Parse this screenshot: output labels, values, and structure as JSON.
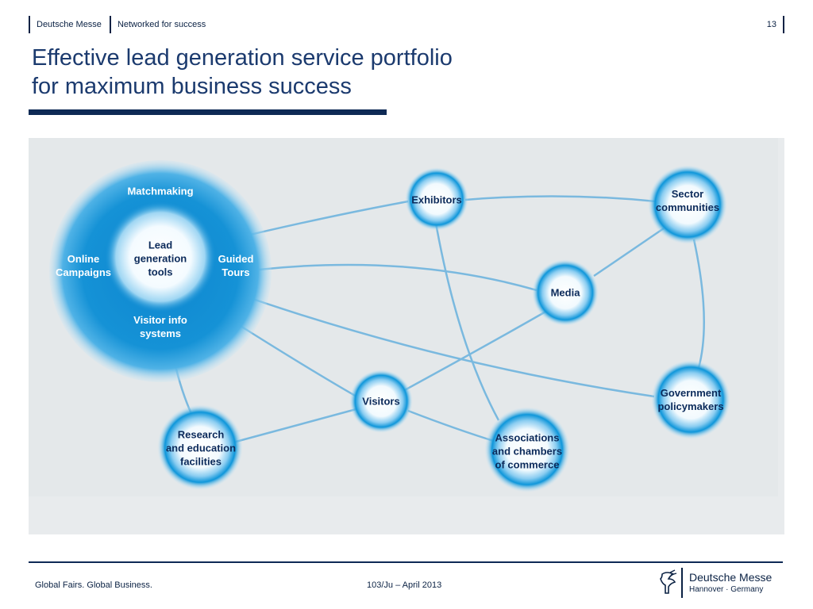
{
  "header": {
    "brand": "Deutsche Messe",
    "tagline": "Networked for success",
    "page_number": "13"
  },
  "title": {
    "line1": "Effective lead generation service portfolio",
    "line2": "for maximum business success"
  },
  "hub": {
    "center": [
      "Lead",
      "generation",
      "tools"
    ],
    "top": [
      "Matchmaking"
    ],
    "left": [
      "Online",
      "Campaigns"
    ],
    "right": [
      "Guided",
      "Tours"
    ],
    "bottom": [
      "Visitor info",
      "systems"
    ]
  },
  "nodes": {
    "exhibitors": [
      "Exhibitors"
    ],
    "sector": [
      "Sector",
      "communities"
    ],
    "media": [
      "Media"
    ],
    "government": [
      "Government",
      "policymakers"
    ],
    "visitors": [
      "Visitors"
    ],
    "associations": [
      "Associations",
      "and chambers",
      "of commerce"
    ],
    "research": [
      "Research",
      "and education",
      "facilities"
    ]
  },
  "colors": {
    "hub_blue": "#1294d6",
    "node_blue": "#0e96da",
    "line_blue": "#6fb4de",
    "navy": "#0e2a55"
  },
  "footer": {
    "left": "Global Fairs. Global Business.",
    "center": "103/Ju – April 2013",
    "logo_name": "Deutsche Messe",
    "logo_sub": "Hannover · Germany"
  }
}
